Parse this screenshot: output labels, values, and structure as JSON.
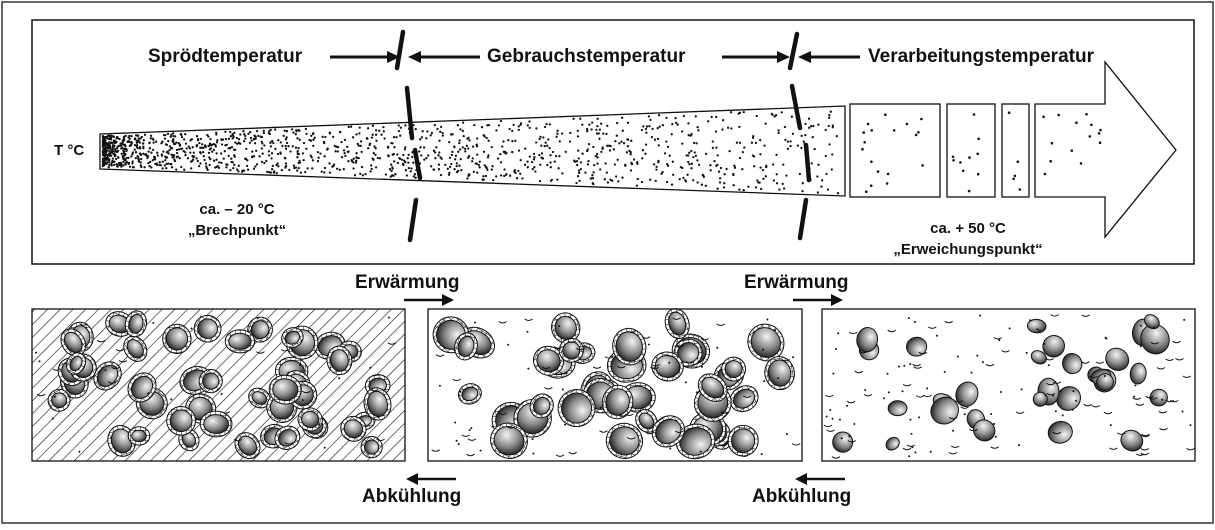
{
  "top": {
    "temp_axis_label": "T °C",
    "zones": {
      "sproed": "Sprödtemperatur",
      "gebrauch": "Gebrauchstemperatur",
      "verarbeitung": "Verarbeitungstemperatur"
    },
    "brechpunkt": {
      "temp": "ca. – 20 °C",
      "name": "„Brechpunkt“"
    },
    "erweichungspunkt": {
      "temp": "ca. + 50 °C",
      "name": "„Erweichungspunkt“"
    }
  },
  "bottom": {
    "heating_left": "Erwärmung",
    "heating_right": "Erwärmung",
    "cooling_left": "Abkühlung",
    "cooling_right": "Abkühlung"
  },
  "colors": {
    "ink": "#111111",
    "frame": "#333333",
    "background": "#ffffff"
  }
}
